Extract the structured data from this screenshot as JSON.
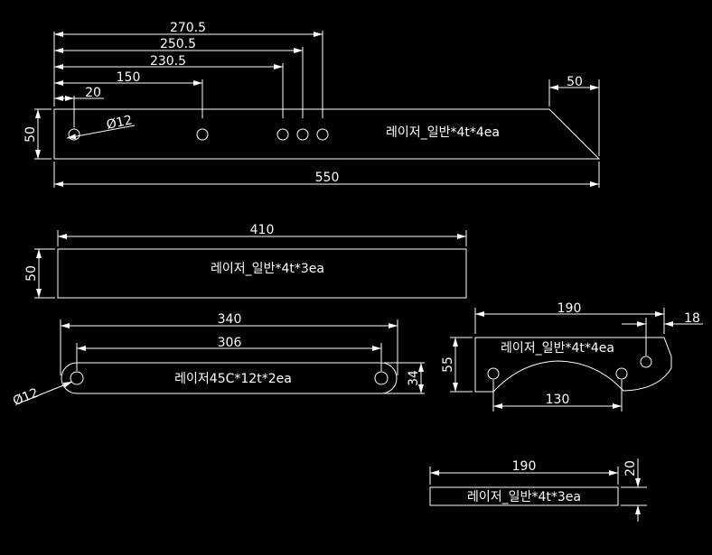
{
  "drawing": {
    "background": "#000000",
    "line_color": "#ffffff",
    "parts": {
      "part_a": {
        "note": "레이저_일반*4t*4ea",
        "dims": {
          "d270": "270.5",
          "d250": "250.5",
          "d230": "230.5",
          "d150": "150",
          "d20": "20",
          "height": "50",
          "length": "550",
          "bevel": "50",
          "hole": "Ø12"
        }
      },
      "part_b": {
        "note": "레이저_일반*4t*3ea",
        "dims": {
          "length": "410",
          "height": "50"
        }
      },
      "part_c": {
        "note": "레이저45C*12t*2ea",
        "dims": {
          "overall": "340",
          "centers": "306",
          "height": "34",
          "hole": "Ø12"
        }
      },
      "part_d": {
        "note": "레이저_일반*4t*4ea",
        "dims": {
          "width": "190",
          "offset": "18",
          "height": "55",
          "span": "130"
        }
      },
      "part_e": {
        "note": "레이저_일반*4t*3ea",
        "dims": {
          "width": "190",
          "height": "20"
        }
      }
    }
  }
}
